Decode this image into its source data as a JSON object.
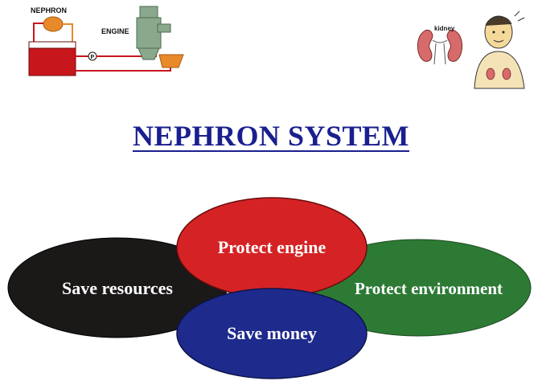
{
  "title": "NEPHRON SYSTEM",
  "schematic": {
    "nephron_label": "NEPHRON",
    "engine_label": "ENGINE",
    "pump_label": "P"
  },
  "illustration": {
    "kidney_label": "kidney"
  },
  "benefits": {
    "protect_engine": "Protect engine",
    "save_resources": "Save resources",
    "protect_environment": "Protect environment",
    "save_money": "Save money"
  },
  "colors": {
    "title": "#1a1f8f",
    "protect_engine": "#d52325",
    "save_resources": "#1b1818",
    "protect_environment": "#2d7a34",
    "save_money": "#1e2a8c",
    "schematic_red": "#c8161d",
    "schematic_orange": "#e88a2a",
    "engine_green": "#8aa88c"
  }
}
